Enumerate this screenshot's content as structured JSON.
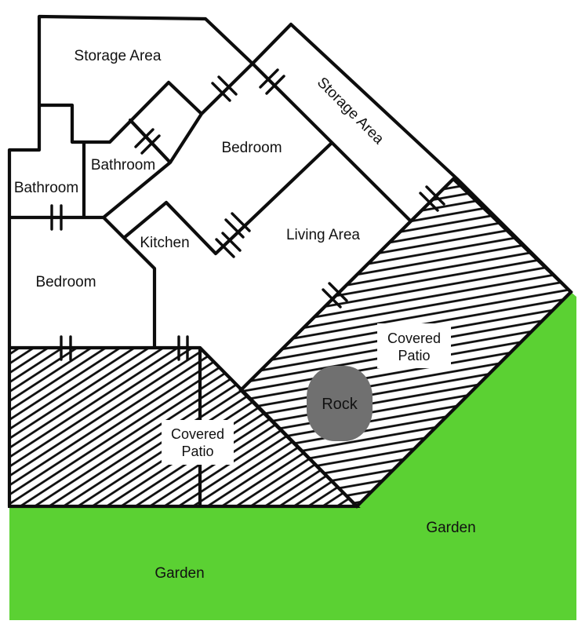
{
  "title": "House floor plan with garden",
  "colors": {
    "wall": "#0d0d0d",
    "hatch": "#0d0d0d",
    "garden_green": "#5bd133",
    "rock_gray": "#707070",
    "label_background": "#ffffff"
  },
  "rooms": {
    "storage_top": {
      "label": "Storage Area"
    },
    "storage_diagonal": {
      "label": "Storage Area"
    },
    "bathroom_middle": {
      "label": "Bathroom"
    },
    "bathroom_left": {
      "label": "Bathroom"
    },
    "bedroom_middle": {
      "label": "Bedroom"
    },
    "bedroom_left": {
      "label": "Bedroom"
    },
    "kitchen": {
      "label": "Kitchen"
    },
    "living_area": {
      "label": "Living Area"
    },
    "covered_patio_right": {
      "label_line1": "Covered",
      "label_line2": "Patio"
    },
    "covered_patio_left": {
      "label_line1": "Covered",
      "label_line2": "Patio"
    },
    "rock": {
      "label": "Rock"
    },
    "garden_bottom": {
      "label": "Garden"
    },
    "garden_right": {
      "label": "Garden"
    }
  }
}
